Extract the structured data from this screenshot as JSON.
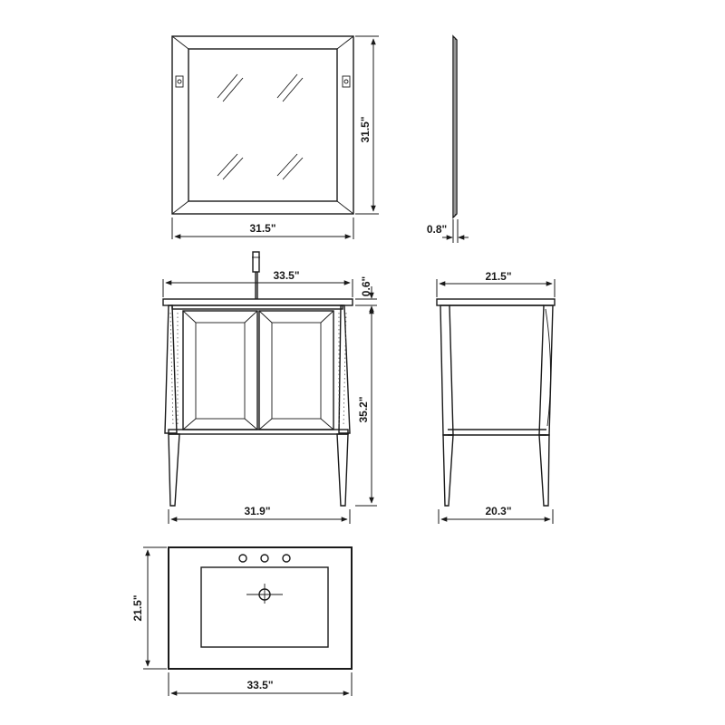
{
  "dimensions": {
    "mirror_height": "31.5\"",
    "mirror_width": "31.5\"",
    "mirror_depth": "0.8\"",
    "top_width": "33.5\"",
    "top_thickness": "0.6\"",
    "cabinet_height": "35.2\"",
    "cabinet_width": "31.9\"",
    "side_top_depth": "21.5\"",
    "side_cabinet_depth": "20.3\"",
    "plan_depth": "21.5\"",
    "plan_width": "33.5\""
  },
  "colors": {
    "line": "#1a1a1a",
    "background": "#ffffff"
  }
}
